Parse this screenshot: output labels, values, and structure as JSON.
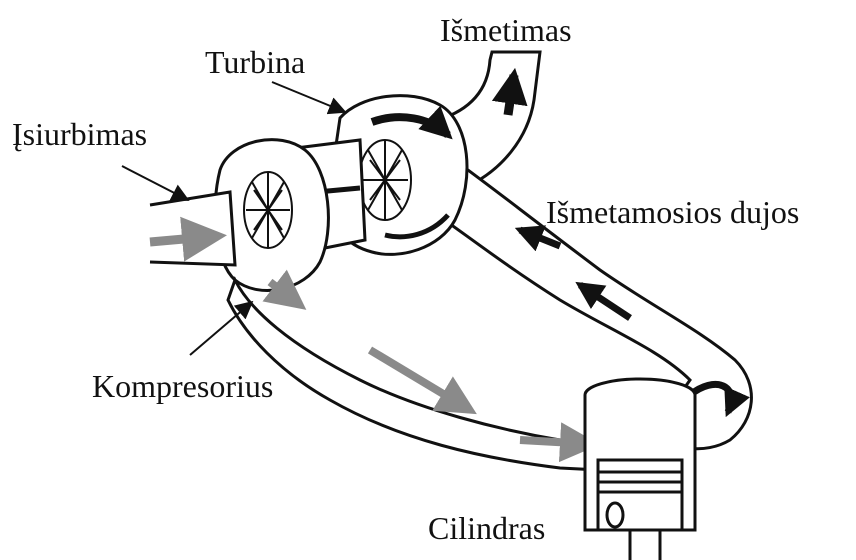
{
  "labels": {
    "exhaust": "Išmetimas",
    "turbine": "Turbina",
    "intake": "Įsiurbimas",
    "exhaust_gases": "Išmetamosios dujos",
    "compressor": "Kompresorius",
    "cylinder": "Cilindras"
  },
  "colors": {
    "outline": "#111111",
    "flow_arrow_black": "#111111",
    "flow_arrow_gray": "#8a8a8a",
    "background": "#ffffff"
  }
}
